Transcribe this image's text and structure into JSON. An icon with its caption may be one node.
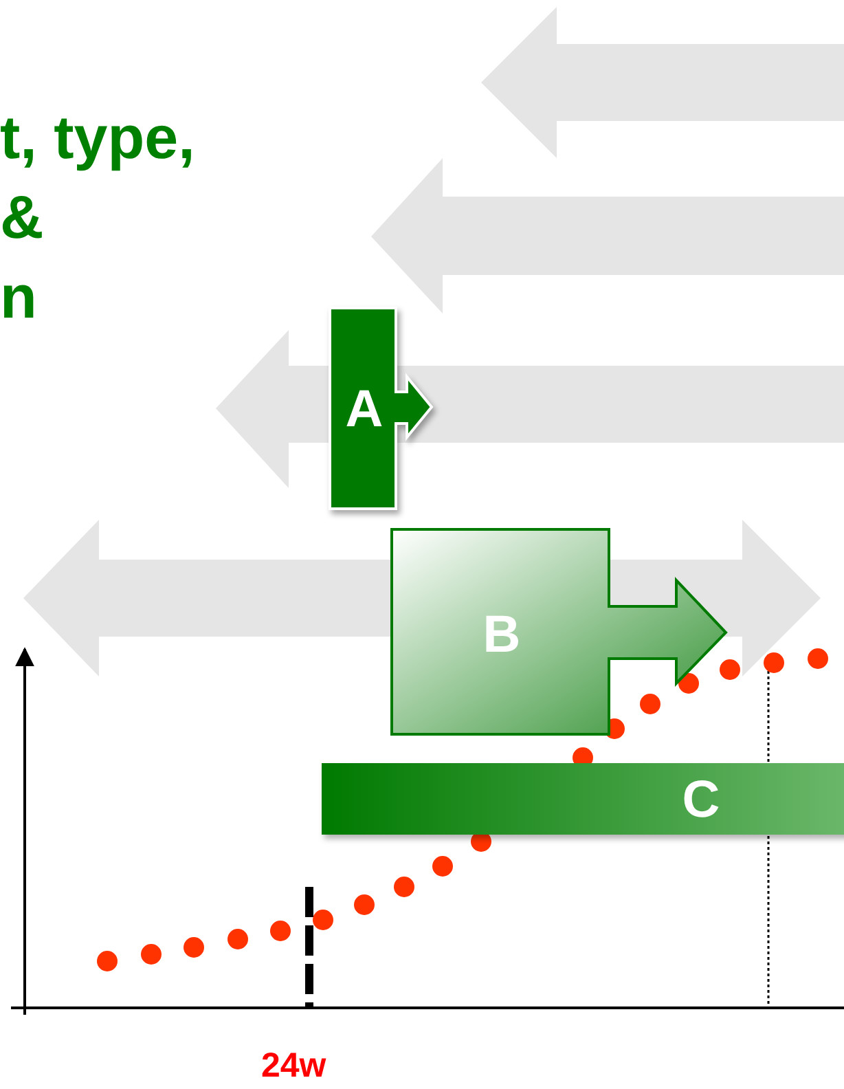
{
  "diagram": {
    "title": "t, type, & n",
    "nodes": [
      {
        "text": [
          "A"
        ]
      },
      {
        "text": [
          "B"
        ]
      },
      {
        "text": [
          "C"
        ]
      }
    ],
    "labels": [
      "24w"
    ]
  }
}
